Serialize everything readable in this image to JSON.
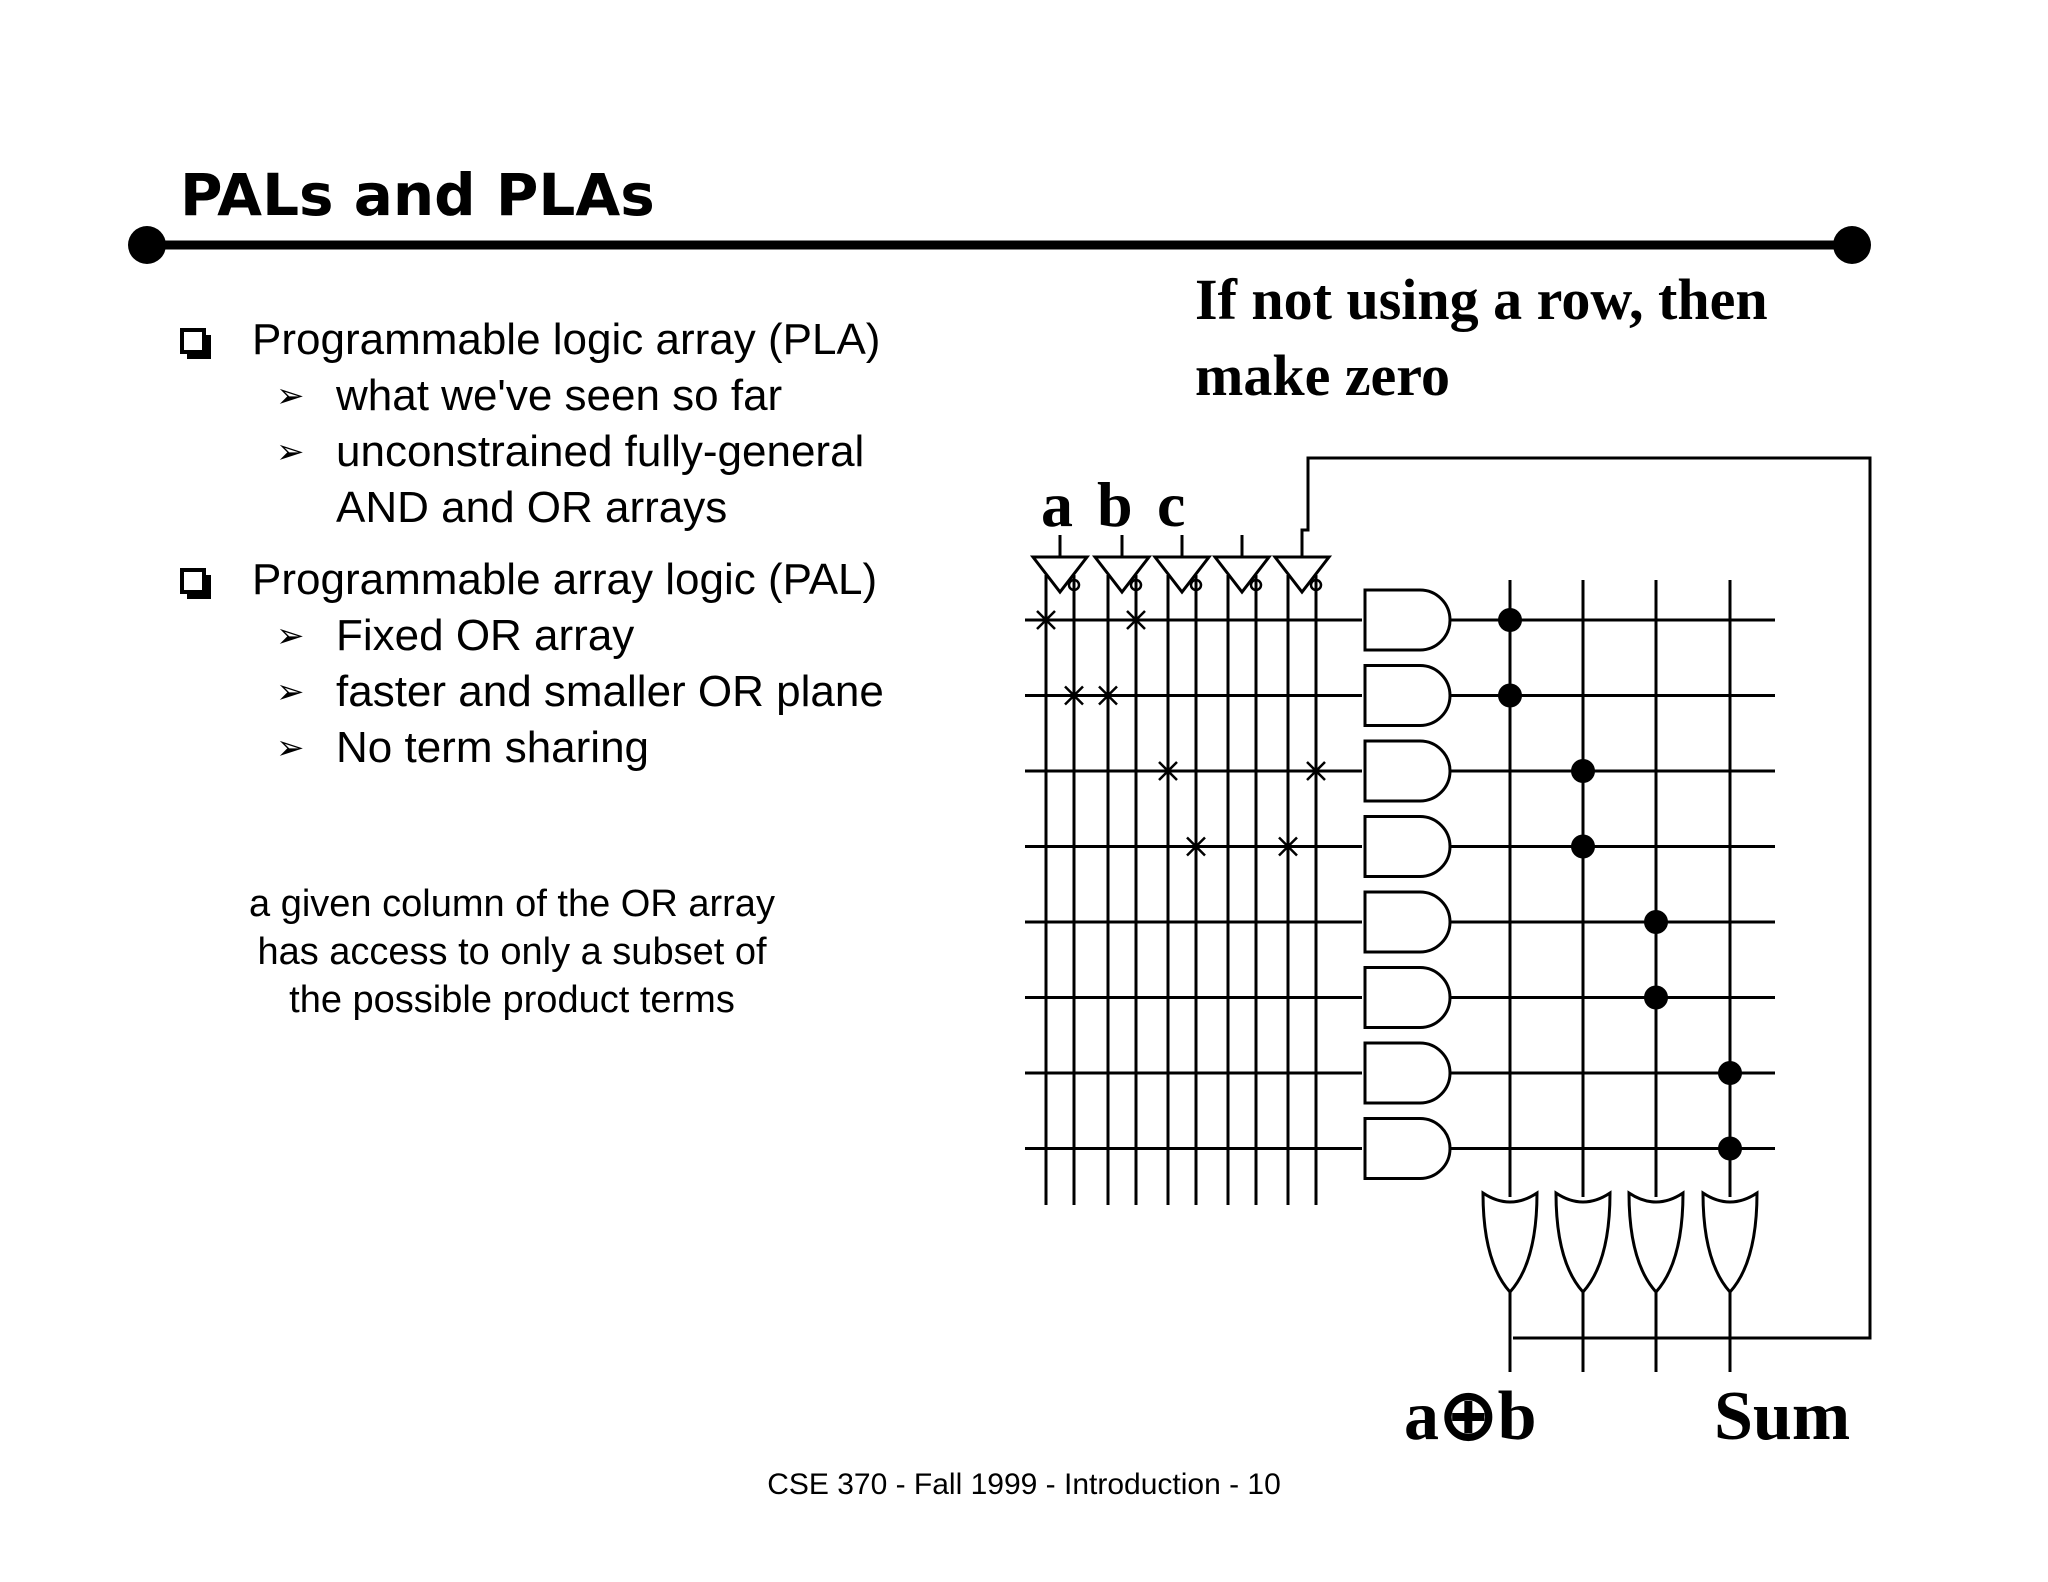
{
  "slide": {
    "title": "PALs and PLAs",
    "footer": "CSE 370 - Fall 1999 - Introduction - 10"
  },
  "bullets": [
    {
      "text": "Programmable logic array (PLA)",
      "sub": [
        "what we've seen so far",
        "unconstrained fully-general",
        "AND and OR arrays"
      ]
    },
    {
      "text": "Programmable array logic (PAL)",
      "sub": [
        "Fixed OR array",
        "faster and smaller OR plane",
        "No term sharing"
      ]
    }
  ],
  "note": {
    "lines": [
      "a given column of the OR array",
      "has access to only a subset of",
      "the possible product terms"
    ]
  },
  "callout": {
    "lines": [
      "If not using a row, then",
      "make zero"
    ]
  },
  "diagram": {
    "inputs": [
      "a",
      "b",
      "c"
    ],
    "outputs": [
      "a⊕b",
      "Sum"
    ],
    "product_terms": 8,
    "or_gates": 4,
    "and_connections": [
      [
        0,
        3
      ],
      [
        1,
        2
      ],
      [
        4,
        9
      ],
      [
        5,
        8
      ]
    ],
    "or_connections": [
      0,
      0,
      1,
      1,
      2,
      2,
      3,
      3
    ]
  }
}
